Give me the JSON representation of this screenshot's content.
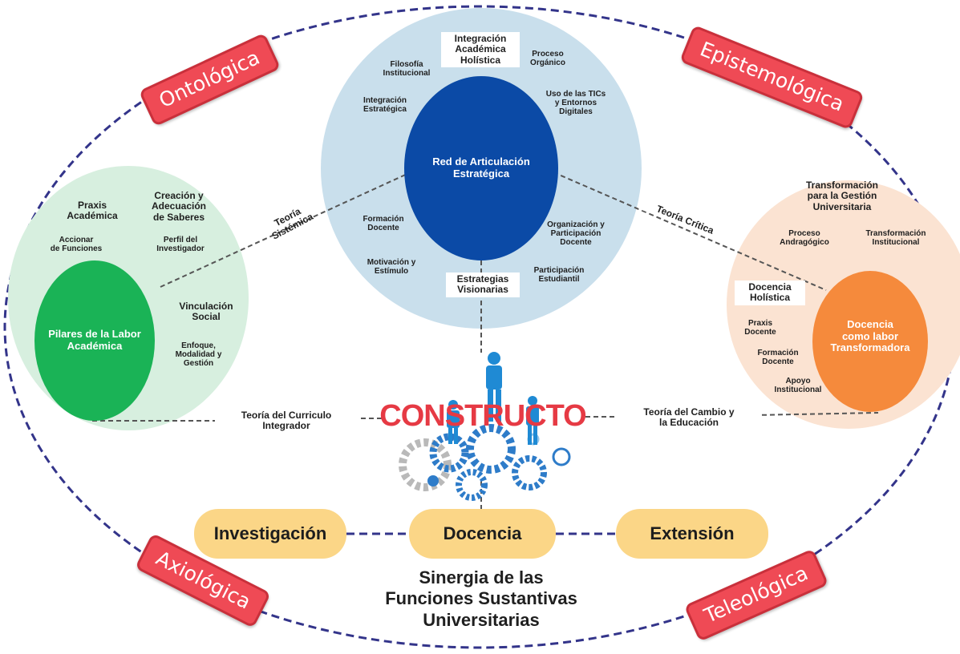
{
  "axes": {
    "ontologica": "Ontológica",
    "epistemologica": "Epistemológica",
    "axiologica": "Axiológica",
    "teleologica": "Teleológica"
  },
  "center_circle": {
    "core": "Red de Articulación\nEstratégica",
    "items": {
      "integracion_academica": "Integración\nAcadémica\nHolística",
      "proceso_organico": "Proceso\nOrgánico",
      "filosofia": "Filosofía\nInstitucional",
      "integracion_estrategica": "Integración\nEstratégica",
      "tics": "Uso de las TICs\ny Entornos\nDigitales",
      "formacion_docente": "Formación\nDocente",
      "organizacion": "Organización y\nParticipación\nDocente",
      "motivacion": "Motivación y\nEstímulo",
      "participacion": "Participación\nEstudiantil",
      "estrategias": "Estrategias\nVisionarias"
    }
  },
  "left_circle": {
    "core": "Pilares de la Labor\nAcadémica",
    "items": {
      "praxis": "Praxis\nAcadémica",
      "creacion": "Creación y\nAdecuación\nde Saberes",
      "accionar": "Accionar\nde Funciones",
      "perfil": "Perfil del\nInvestigador",
      "vinculacion": "Vinculación\nSocial",
      "enfoque": "Enfoque,\nModalidad y\nGestión"
    }
  },
  "right_circle": {
    "core": "Docencia\ncomo labor\nTransformadora",
    "items": {
      "transformacion_gestion": "Transformación\npara la Gestión\nUniversitaria",
      "proceso_andragogico": "Proceso\nAndragógico",
      "transformacion_institucional": "Transformación\nInstitucional",
      "docencia_holistica": "Docencia\nHolística",
      "praxis_docente": "Praxis\nDocente",
      "formacion_docente": "Formación\nDocente",
      "apoyo": "Apoyo\nInstitucional"
    }
  },
  "theories": {
    "sistemica": "Teoría\nSistémica",
    "critica": "Teoría Crítica",
    "curriculo": "Teoría  del Curriculo\nIntegrador",
    "cambio": "Teoría del Cambio y\nla Educación"
  },
  "constructo": "CONSTRUCTO",
  "functions": {
    "investigacion": "Investigación",
    "docencia": "Docencia",
    "extension": "Extensión"
  },
  "synergy": "Sinergia de las\nFunciones Sustantivas\nUniversitarias",
  "colors": {
    "dashed": "#33348a",
    "center_outer": "#c9dfec",
    "center_core": "#0b4aa6",
    "left_outer": "#d7efdf",
    "left_core": "#1ab356",
    "right_outer": "#fbe3d2",
    "right_core": "#f58a3c",
    "tag": "#ef4a55",
    "pill": "#fbd687",
    "constructo": "#e63a44",
    "figure": "#1f8ad4"
  }
}
